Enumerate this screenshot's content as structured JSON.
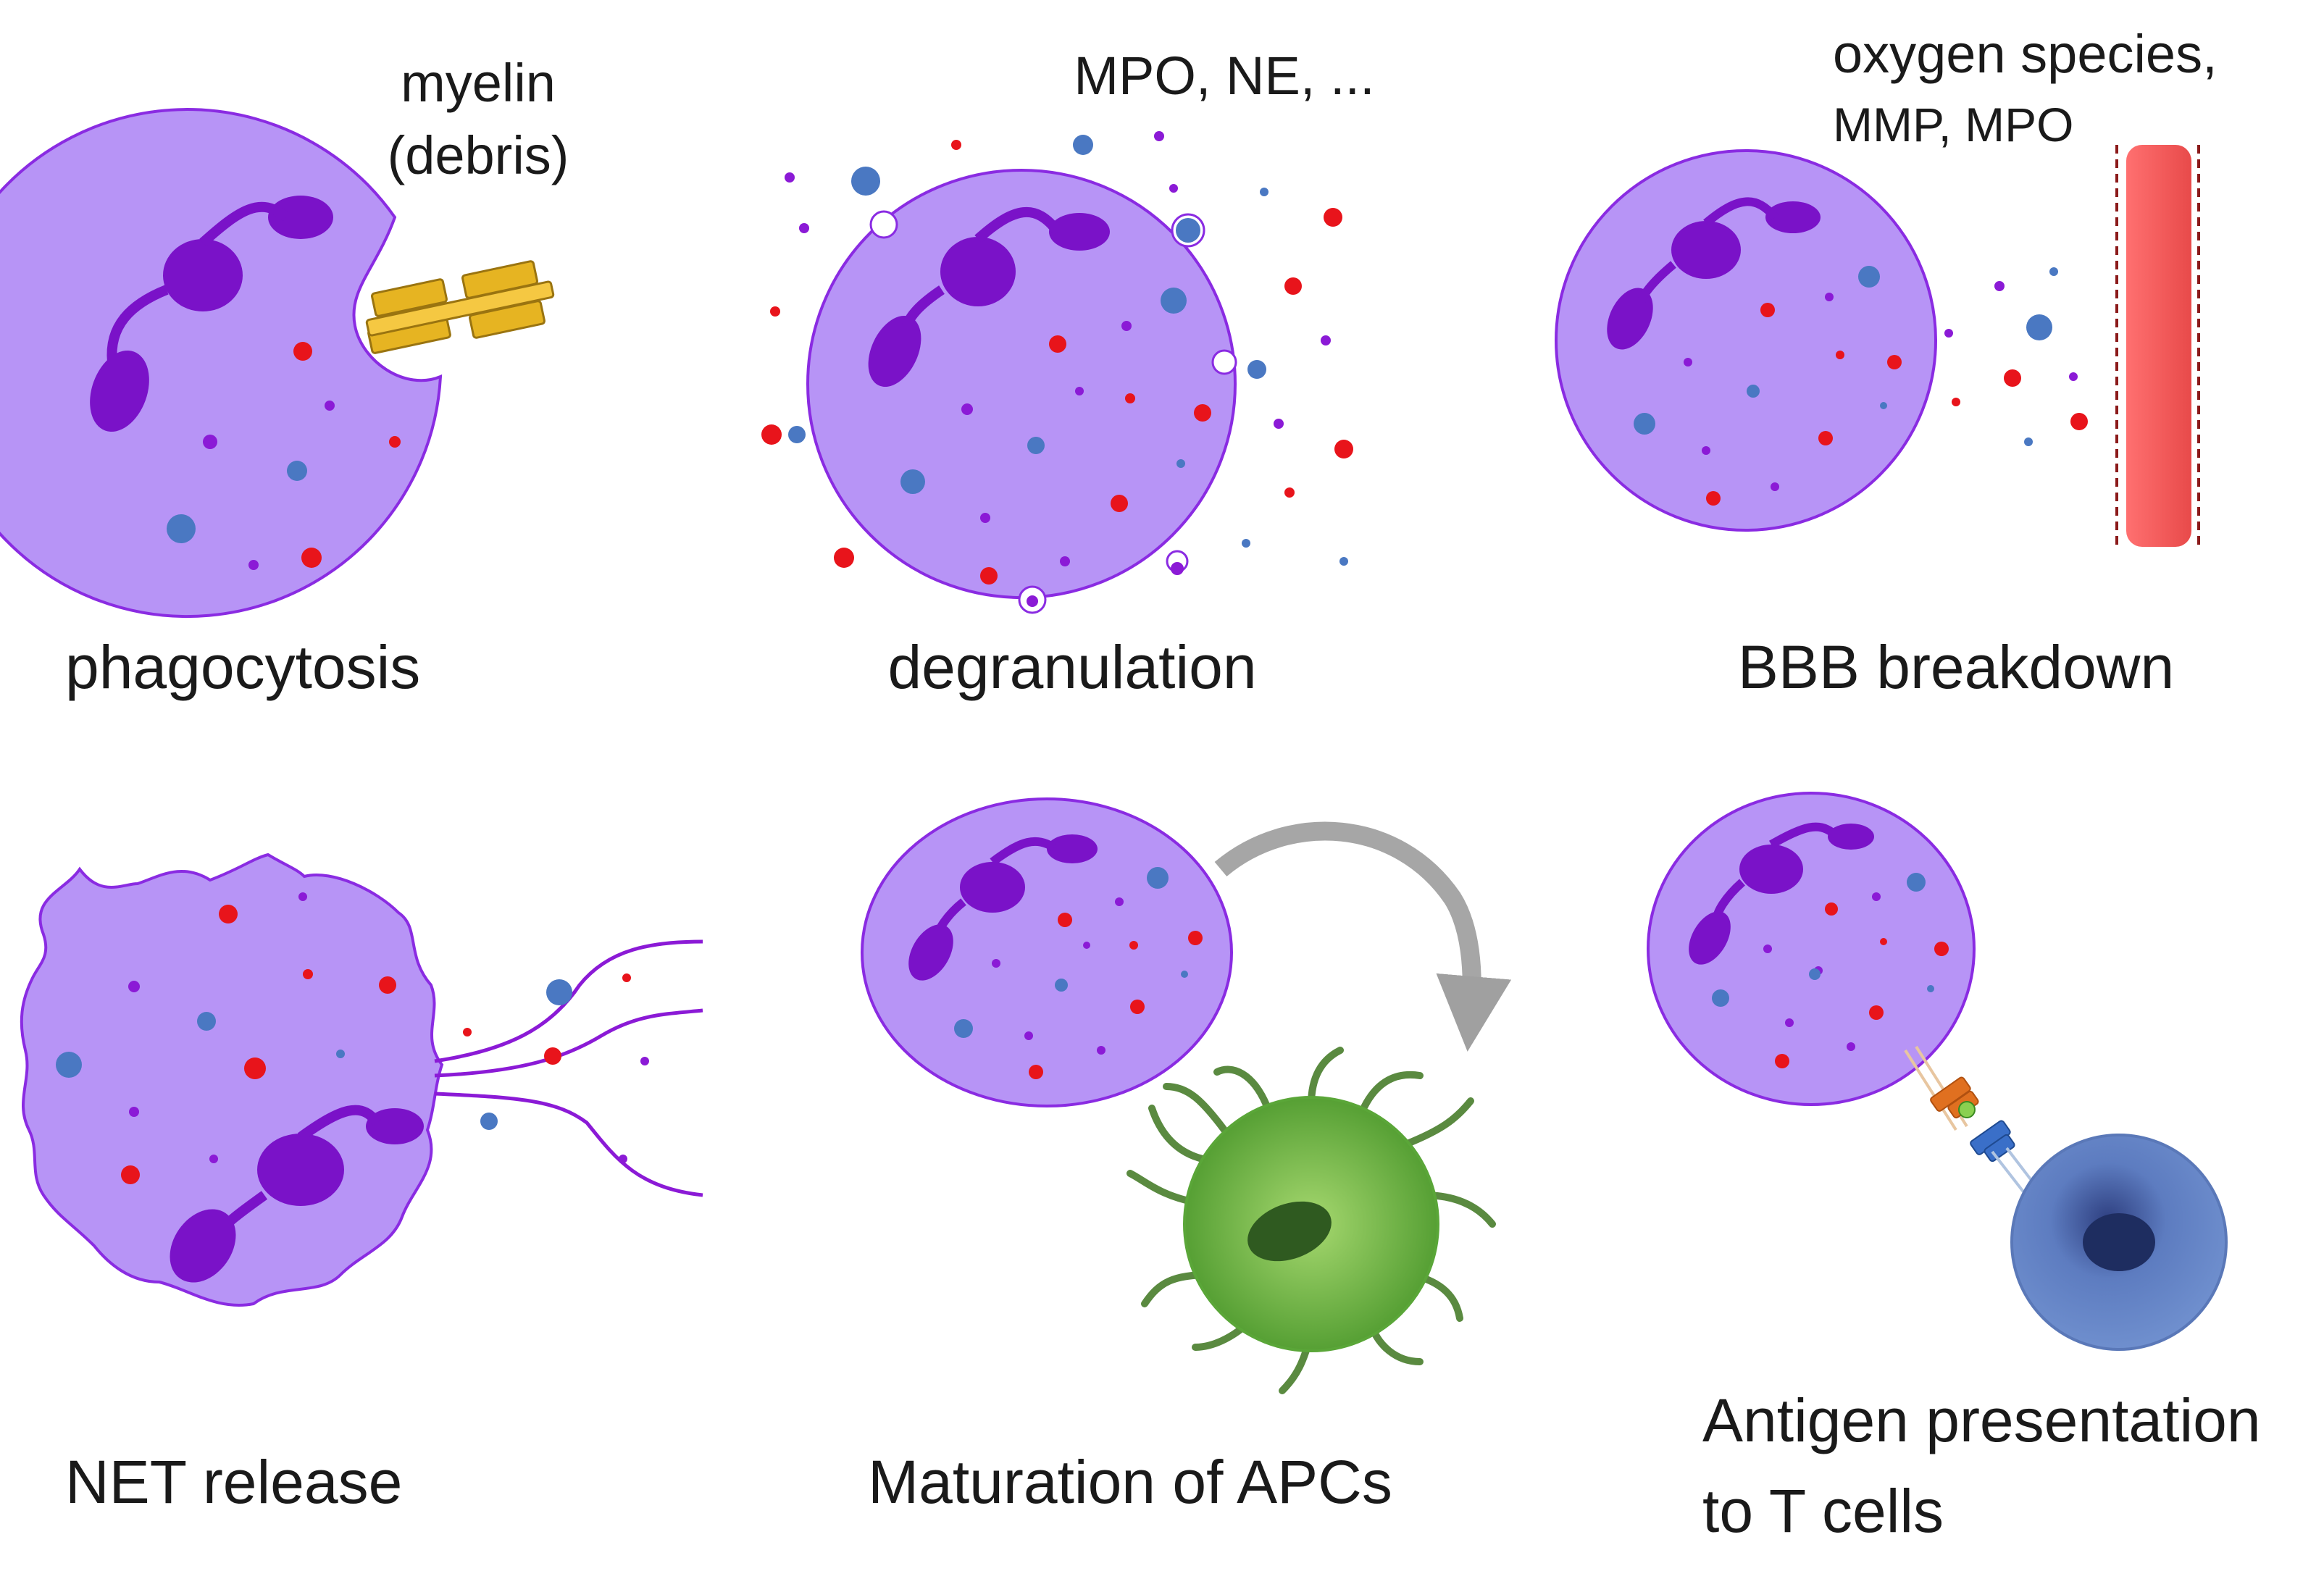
{
  "panels": [
    {
      "id": "phagocytosis",
      "label": "phagocytosis",
      "annotation": [
        "myelin",
        "(debris)"
      ]
    },
    {
      "id": "degranulation",
      "label": "degranulation",
      "annotation": [
        "MPO, NE, ..."
      ]
    },
    {
      "id": "bbb",
      "label": "BBB breakdown",
      "annotation": [
        "oxygen species,",
        "MMP, MPO"
      ]
    },
    {
      "id": "net",
      "label": "NET release"
    },
    {
      "id": "apc",
      "label": "Maturation of APCs"
    },
    {
      "id": "antigen",
      "label": [
        "Antigen presentation",
        "to T cells"
      ]
    }
  ],
  "colors": {
    "cell_fill": "#b794f6",
    "cell_stroke": "#8a2be2",
    "nucleus": "#7a12c8",
    "granule_red": "#e8141b",
    "granule_blue": "#4a78c2",
    "granule_purple": "#8b1ad6",
    "myelin": "#e6b422",
    "vessel": "#f25858",
    "apc_green": "#5aa638",
    "tcell_blue": "#5a78b8"
  }
}
